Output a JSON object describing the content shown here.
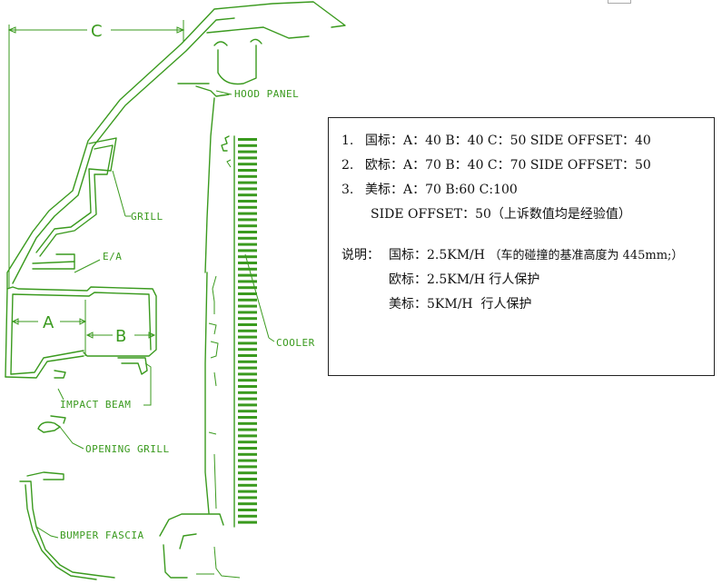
{
  "labels": {
    "c": "C",
    "a": "A",
    "b": "B",
    "hood_panel": "HOOD PANEL",
    "grill": "GRILL",
    "ea": "E/A",
    "cooler": "COOLER",
    "impact_beam": "IMPACT BEAM",
    "opening_grill": "OPENING GRILL",
    "bumper_fascia": "BUMPER FASCIA"
  },
  "notes": {
    "items": [
      {
        "num": "1.",
        "text": "国标：A：40 B：40 C：50 SIDE OFFSET：40"
      },
      {
        "num": "2.",
        "text": "欧标：A：70 B：40 C：70 SIDE OFFSET：50"
      },
      {
        "num": "3.",
        "text": "美标：A：70 B:60 C:100"
      }
    ],
    "item3_cont": "SIDE OFFSET：50（上诉数值均是经验值）",
    "desc_label": "说明：",
    "desc_line1_main": "国标：2.5KM/H ",
    "desc_line1_small": "（车的碰撞的基准高度为 445mm;）",
    "desc_line2": "欧标：2.5KM/H 行人保护",
    "desc_line3": "美标：5KM/H  行人保护"
  },
  "colors": {
    "line": "#3a9a1e",
    "text": "#111111"
  }
}
